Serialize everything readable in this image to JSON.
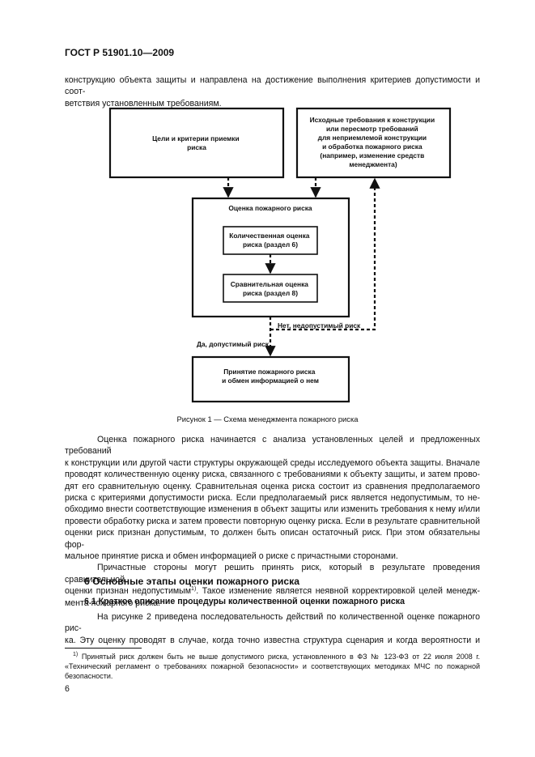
{
  "header": {
    "doc_code": "ГОСТ Р 51901.10—2009"
  },
  "intro": {
    "lines": [
      "конструкцию объекта защиты и направлена на достижение выполнения критериев допустимости и соот-",
      "ветствия установленным требованиям."
    ]
  },
  "diagram": {
    "box_goals": [
      "Цели и критерии приемки",
      "риска"
    ],
    "box_requirements": [
      "Исходные требования к конструкции",
      "или пересмотр требований",
      "для неприемлемой конструкции",
      "и обработка пожарного риска",
      "(например, изменение средств",
      "менеджмента)"
    ],
    "box_assessment_title": "Оценка пожарного риска",
    "box_quantitative": [
      "Количественная оценка",
      "риска (раздел 6)"
    ],
    "box_comparative": [
      "Сравнительная оценка",
      "риска (раздел 8)"
    ],
    "label_no": "Нет, недопустимый риск",
    "label_yes": "Да, допустимый риск",
    "box_acceptance": [
      "Принятие пожарного риска",
      "и обмен информацией о нем"
    ]
  },
  "figure_caption": "Рисунок 1 — Схема менеджмента пожарного риска",
  "body": {
    "paragraph_1": [
      "Оценка пожарного риска начинается с анализа установленных целей и предложенных требований",
      "к конструкции или другой части структуры окружающей среды исследуемого объекта защиты. Вначале",
      "проводят количественную оценку риска, связанного с требованиями к объекту защиты, и затем прово-",
      "дят его сравнительную оценку. Сравнительная оценка риска состоит из сравнения предполагаемого",
      "риска с критериями допустимости риска. Если предполагаемый риск является недопустимым, то не-",
      "обходимо внести соответствующие изменения в объект защиты или изменить требования к нему и/или",
      "провести обработку риска и затем провести повторную оценку риска. Если в результате сравнительной",
      "оценки риск признан допустимым, то должен быть описан остаточный риск. При этом обязательны фор-",
      "мальное принятие риска и обмен информацией о риске с причастными сторонами."
    ],
    "paragraph_2": {
      "line_1": "Причастные стороны могут решить принять риск, который в результате проведения сравнительной",
      "line_2_before": "оценки признан недопустимым",
      "footnote_ref": "1)",
      "line_2_after": ". Такое изменение является неявной корректировкой целей менедж-",
      "line_3": "мента пожарного риска."
    }
  },
  "section_6": {
    "title": "6 Основные этапы оценки пожарного риска"
  },
  "section_6_1": {
    "title": "6.1 Краткое описание процедуры количественной оценки пожарного риска",
    "lines": [
      "На рисунке 2 приведена последовательность действий по количественной оценке пожарного рис-",
      "ка. Эту оценку проводят в случае, когда точно известна структура сценария и когда вероятности и"
    ]
  },
  "footnote": {
    "marker": "1)",
    "lines": [
      "Принятый риск должен быть не выше допустимого риска, установленного в ФЗ № 123-ФЗ от 22 июля 2008 г.",
      "«Технический регламент о требованиях пожарной безопасности» и соответствующих методиках МЧС по пожарной",
      "безопасности."
    ]
  },
  "page_number": "6"
}
